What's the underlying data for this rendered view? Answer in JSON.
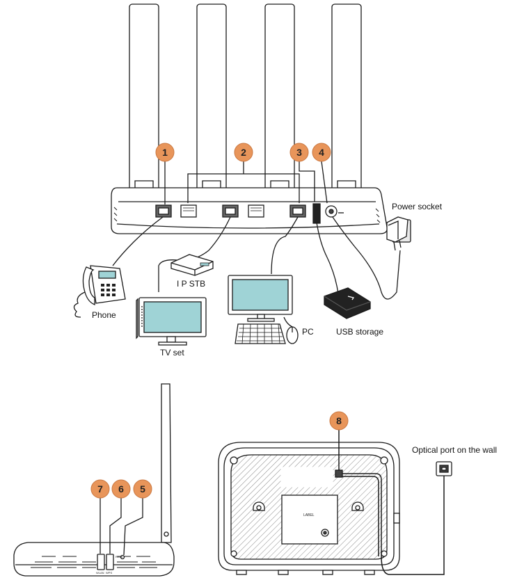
{
  "callouts": [
    {
      "number": "1"
    },
    {
      "number": "2"
    },
    {
      "number": "3"
    },
    {
      "number": "4"
    },
    {
      "number": "5"
    },
    {
      "number": "6"
    },
    {
      "number": "7"
    },
    {
      "number": "8"
    }
  ],
  "labels": {
    "power_socket": "Power socket",
    "phone": "Phone",
    "ipstb": "I P STB",
    "tv_set": "TV set",
    "pc": "PC",
    "usb_storage": "USB storage",
    "optical_port": "Optical port on the wall",
    "label_sticker": "LABEL"
  },
  "colors": {
    "callout_fill": "#E8955A",
    "screen_fill": "#9FD3D6",
    "line": "#1a1a1a"
  }
}
